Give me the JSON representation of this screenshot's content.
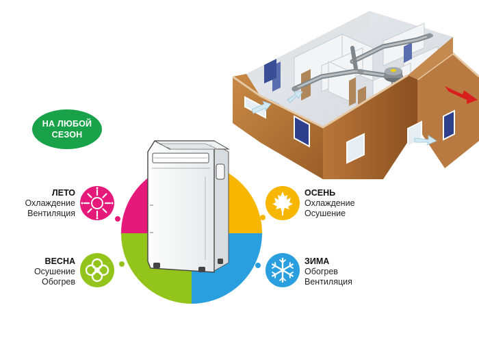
{
  "badge": {
    "line1": "НА ЛЮБОЙ",
    "line2": "СЕЗОН",
    "color": "#1aa24a"
  },
  "seasons": {
    "summer": {
      "name": "ЛЕТО",
      "line1": "Охлаждение",
      "line2": "Вентиляция",
      "color": "#e5197a",
      "icon": "sun-icon"
    },
    "autumn": {
      "name": "ОСЕНЬ",
      "line1": "Охлаждение",
      "line2": "Осушение",
      "color": "#f7b600",
      "icon": "maple-leaf-icon"
    },
    "spring": {
      "name": "ВЕСНА",
      "line1": "Осушение",
      "line2": "Обогрев",
      "color": "#93c41b",
      "icon": "flower-icon"
    },
    "winter": {
      "name": "ЗИМА",
      "line1": "Обогрев",
      "line2": "Вентиляция",
      "color": "#2a9fe0",
      "icon": "snowflake-icon"
    }
  }
}
